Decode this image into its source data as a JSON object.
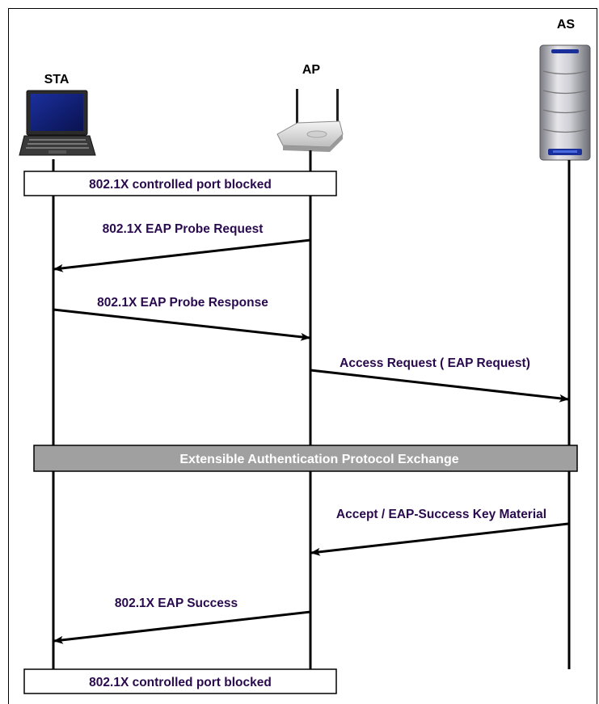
{
  "entities": {
    "sta": "STA",
    "ap": "AP",
    "as": "AS"
  },
  "boxes": {
    "top_blocked": "802.1X controlled port blocked",
    "bottom_blocked": "802.1X controlled port blocked"
  },
  "band": {
    "label": "Extensible Authentication Protocol Exchange",
    "fill": "#a0a0a0"
  },
  "messages": [
    {
      "label": "802.1X EAP Probe Request",
      "from": "AP",
      "to": "STA"
    },
    {
      "label": "802.1X EAP Probe Response",
      "from": "STA",
      "to": "AP"
    },
    {
      "label": "Access Request ( EAP Request)",
      "from": "AP",
      "to": "AS"
    },
    {
      "label": "Accept / EAP-Success Key Material",
      "from": "AS",
      "to": "AP"
    },
    {
      "label": "802.1X EAP Success",
      "from": "AP",
      "to": "STA"
    }
  ],
  "colors": {
    "message_text": "#2a0a4e",
    "line": "#000000"
  },
  "icons": {
    "sta": "laptop-icon",
    "ap": "access-point-icon",
    "as": "server-tower-icon"
  }
}
